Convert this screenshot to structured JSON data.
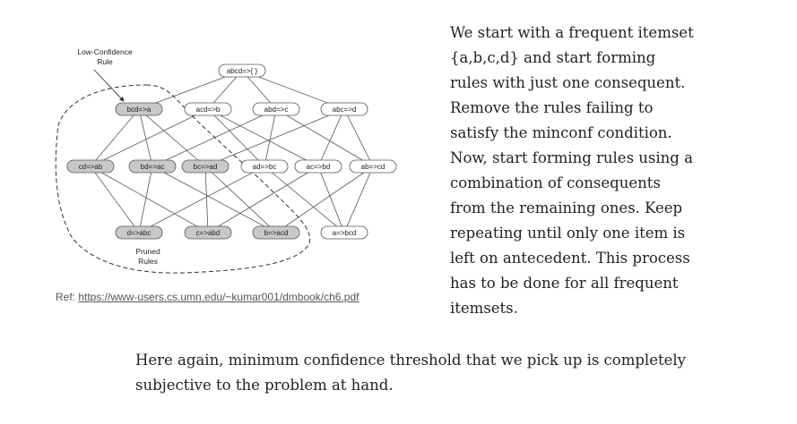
{
  "diagram": {
    "annotations": {
      "low_confidence": [
        "Low-Confidence",
        "Rule"
      ],
      "pruned": [
        "Pruned",
        "Rules"
      ]
    },
    "nodes": [
      {
        "id": "n0",
        "label": "abcd=>{ }",
        "shaded": false
      },
      {
        "id": "n1",
        "label": "bcd=>a",
        "shaded": true
      },
      {
        "id": "n2",
        "label": "acd=>b",
        "shaded": false
      },
      {
        "id": "n3",
        "label": "abd=>c",
        "shaded": false
      },
      {
        "id": "n4",
        "label": "abc=>d",
        "shaded": false
      },
      {
        "id": "n5",
        "label": "cd=>ab",
        "shaded": true
      },
      {
        "id": "n6",
        "label": "bd=>ac",
        "shaded": true
      },
      {
        "id": "n7",
        "label": "bc=>ad",
        "shaded": true
      },
      {
        "id": "n8",
        "label": "ad=>bc",
        "shaded": false
      },
      {
        "id": "n9",
        "label": "ac=>bd",
        "shaded": false
      },
      {
        "id": "n10",
        "label": "ab=>cd",
        "shaded": false
      },
      {
        "id": "n11",
        "label": "d=>abc",
        "shaded": true
      },
      {
        "id": "n12",
        "label": "c=>abd",
        "shaded": true
      },
      {
        "id": "n13",
        "label": "b=>acd",
        "shaded": true
      },
      {
        "id": "n14",
        "label": "a=>bcd",
        "shaded": false
      }
    ],
    "edges": [
      [
        "n0",
        "n1"
      ],
      [
        "n0",
        "n2"
      ],
      [
        "n0",
        "n3"
      ],
      [
        "n0",
        "n4"
      ],
      [
        "n1",
        "n5"
      ],
      [
        "n1",
        "n6"
      ],
      [
        "n1",
        "n7"
      ],
      [
        "n2",
        "n5"
      ],
      [
        "n2",
        "n8"
      ],
      [
        "n2",
        "n9"
      ],
      [
        "n3",
        "n6"
      ],
      [
        "n3",
        "n8"
      ],
      [
        "n3",
        "n10"
      ],
      [
        "n4",
        "n7"
      ],
      [
        "n4",
        "n9"
      ],
      [
        "n4",
        "n10"
      ],
      [
        "n5",
        "n11"
      ],
      [
        "n5",
        "n12"
      ],
      [
        "n6",
        "n11"
      ],
      [
        "n6",
        "n13"
      ],
      [
        "n7",
        "n12"
      ],
      [
        "n7",
        "n13"
      ],
      [
        "n8",
        "n11"
      ],
      [
        "n8",
        "n14"
      ],
      [
        "n9",
        "n12"
      ],
      [
        "n9",
        "n14"
      ],
      [
        "n10",
        "n13"
      ],
      [
        "n10",
        "n14"
      ]
    ]
  },
  "caption": {
    "prefix": "Ref: ",
    "link_text": "https://www-users.cs.umn.edu/~kumar001/dmbook/ch6.pdf"
  },
  "side_text": [
    "We start with a frequent itemset",
    "{a,b,c,d} and start forming",
    "rules with just one consequent.",
    "Remove the rules failing to",
    "satisfy the minconf condition.",
    "Now, start forming rules using a",
    "combination of consequents",
    "from the remaining ones. Keep",
    "repeating until only one item is",
    "left on antecedent. This process",
    "has to be done for all frequent",
    "itemsets."
  ],
  "bottom_text": [
    "Here again, minimum confidence threshold that we pick up is completely",
    "subjective to the problem at hand."
  ]
}
